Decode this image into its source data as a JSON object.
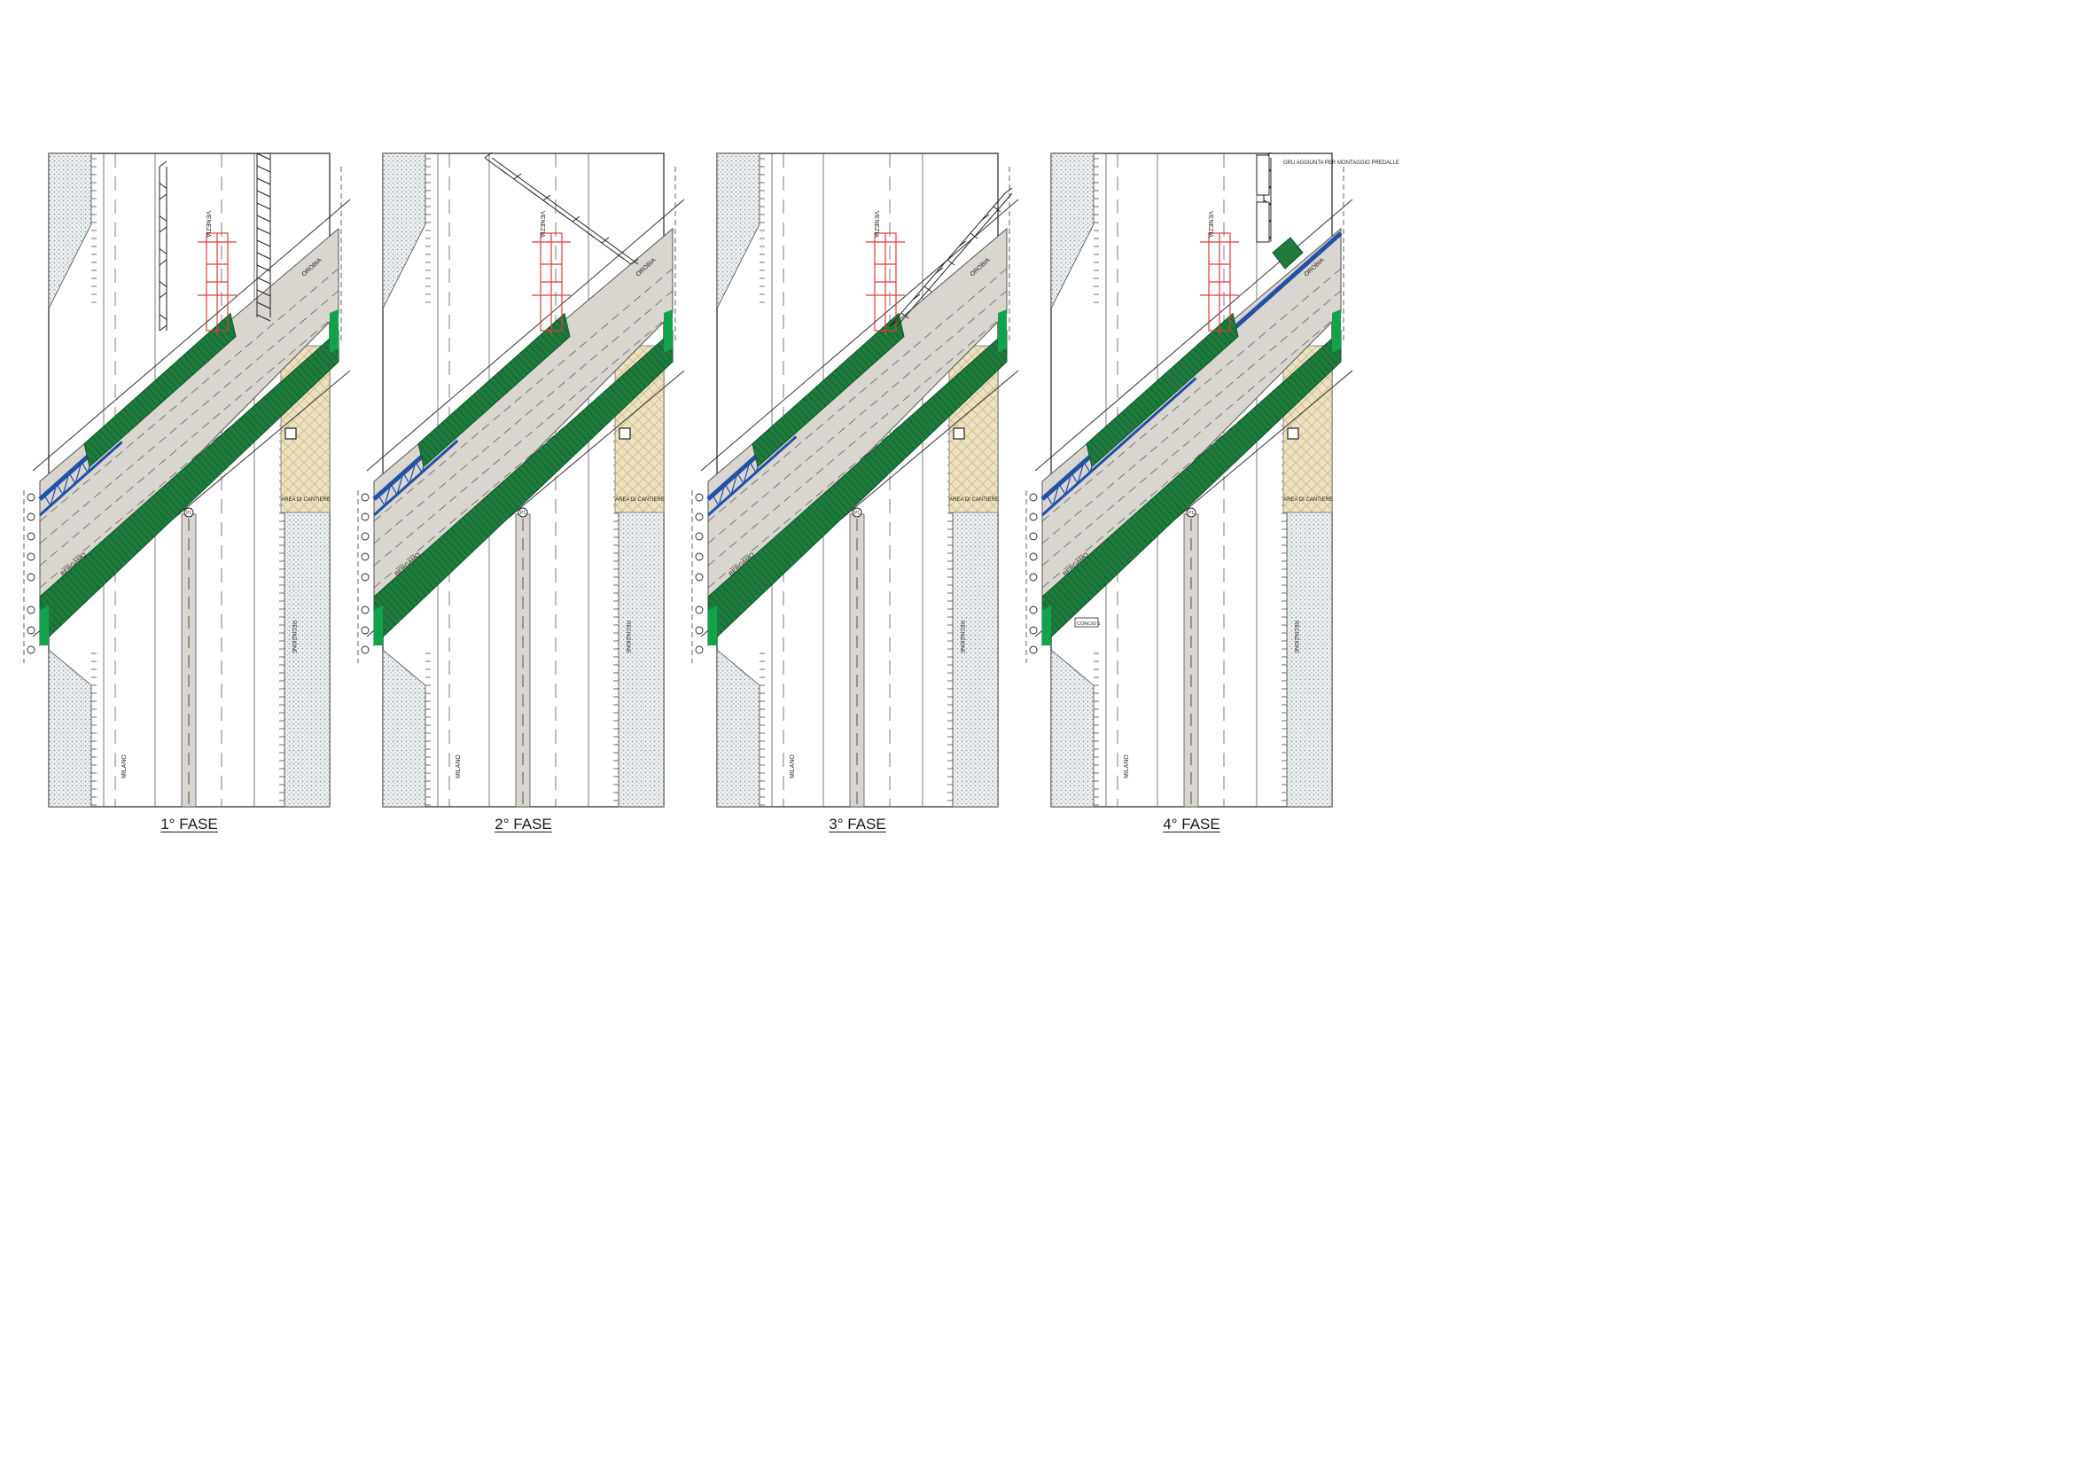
{
  "colors": {
    "deck_green": "#1f7a3d",
    "deck_green_dark": "#0f5a2a",
    "bright_green": "#12a24b",
    "beam_blue": "#2350a8",
    "crane_red": "#e03b3b",
    "site_area": "#ece2bf",
    "concrete_grey": "#d9d6d0",
    "hatch_grey": "#9aa2a8",
    "line_dark": "#333333"
  },
  "phases": [
    {
      "caption": "1° FASE",
      "labels": {
        "milano": "MILANO",
        "venezia": "VENEZIA",
        "bergamo": "BERGAMO",
        "orobia": "OROBIA",
        "site_area": "AREA DI CANTIERE",
        "recinzione": "RECINZIONE",
        "pier": "P1"
      },
      "crane_note": "",
      "segment_tag": ""
    },
    {
      "caption": "2° FASE",
      "labels": {
        "milano": "MILANO",
        "venezia": "VENEZIA",
        "bergamo": "BERGAMO",
        "orobia": "OROBIA",
        "site_area": "AREA DI CANTIERE",
        "recinzione": "RECINZIONE",
        "pier": "P1"
      },
      "crane_note": "",
      "segment_tag": ""
    },
    {
      "caption": "3° FASE",
      "labels": {
        "milano": "MILANO",
        "venezia": "VENEZIA",
        "bergamo": "BERGAMO",
        "orobia": "OROBIA",
        "site_area": "AREA DI CANTIERE",
        "recinzione": "RECINZIONE",
        "pier": "P1"
      },
      "crane_note": "",
      "segment_tag": ""
    },
    {
      "caption": "4° FASE",
      "labels": {
        "milano": "MILANO",
        "venezia": "VENEZIA",
        "bergamo": "BERGAMO",
        "orobia": "OROBIA",
        "site_area": "AREA DI CANTIERE",
        "recinzione": "RECINZIONE",
        "pier": "P1"
      },
      "crane_note": "GRU AGGIUNTA PER MONTAGGIO PREDALLE",
      "segment_tag": "CONCIO 1"
    }
  ]
}
